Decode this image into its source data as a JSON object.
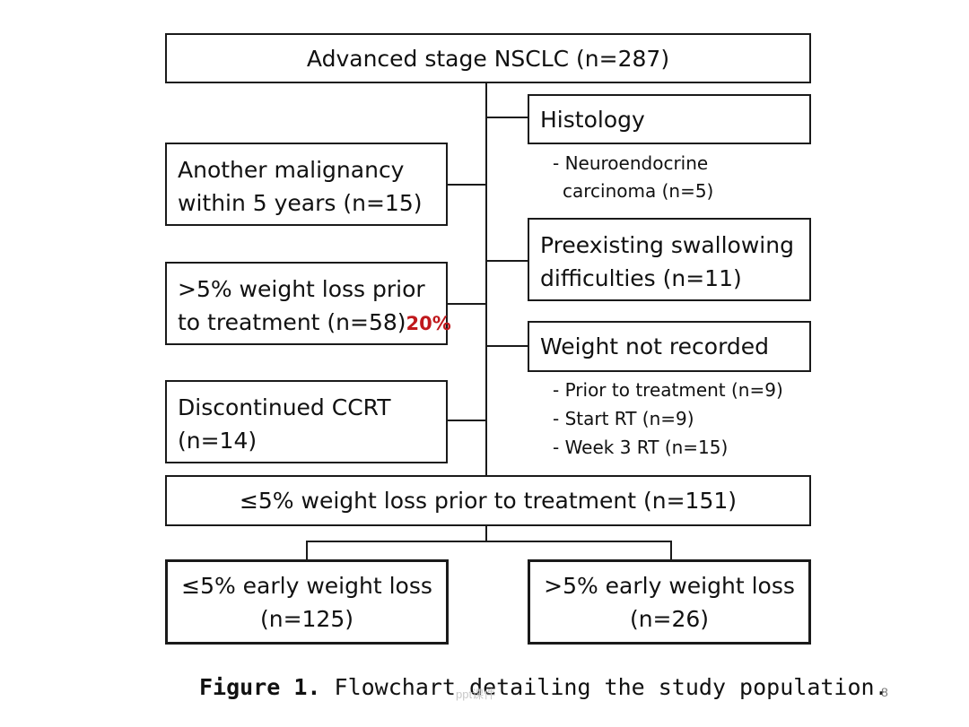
{
  "flowchart": {
    "top": {
      "text": "Advanced stage NSCLC (n=287)"
    },
    "histology": {
      "title": "Histology",
      "notes": [
        "- Neuroendocrine",
        "carcinoma (n=5)"
      ]
    },
    "malignancy": {
      "lines": [
        "Another malignancy",
        "within 5 years (n=15)"
      ]
    },
    "swallowing": {
      "lines": [
        "Preexisting swallowing",
        "difficulties (n=11)"
      ]
    },
    "weight_loss_prior": {
      "lines": [
        ">5% weight loss prior",
        "to treatment (n=58)"
      ],
      "highlight": "20%"
    },
    "weight_not_recorded": {
      "title": "Weight not recorded",
      "notes": [
        "- Prior to treatment (n=9)",
        "- Start RT (n=9)",
        "- Week 3 RT (n=15)"
      ]
    },
    "discontinued": {
      "lines": [
        "Discontinued CCRT",
        "(n=14)"
      ]
    },
    "included": {
      "text": "≤5% weight loss prior to treatment (n=151)"
    },
    "early_low": {
      "lines": [
        "≤5% early weight loss",
        "(n=125)"
      ]
    },
    "early_high": {
      "lines": [
        ">5% early weight loss",
        "(n=26)"
      ]
    }
  },
  "caption": {
    "label": "Figure 1.",
    "text": " Flowchart detailing the study population."
  },
  "watermark": "ppt课件",
  "page_number": "8",
  "colors": {
    "highlight": "#c0181c",
    "border": "#1a1a1a"
  }
}
